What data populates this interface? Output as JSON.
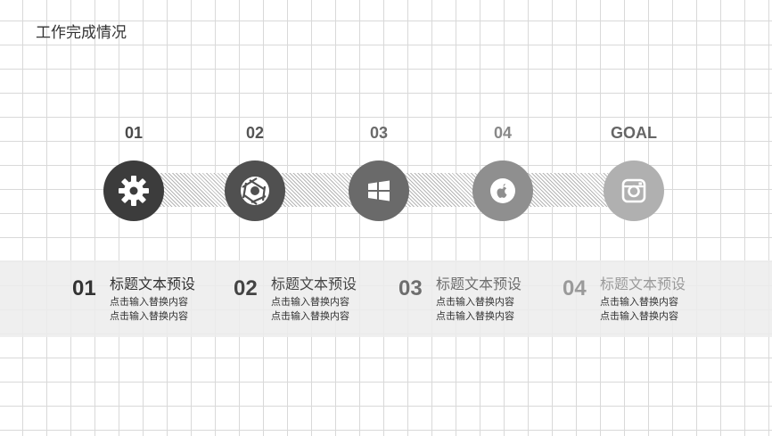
{
  "page": {
    "title": "工作完成情况"
  },
  "colors": {
    "step1": "#3c3c3c",
    "step2": "#505050",
    "step3": "#6a6a6a",
    "step4": "#8f8f8f",
    "goal": "#b0b0b0",
    "card1": "#333333",
    "card2": "#444444",
    "card3": "#6e6e6e",
    "card4": "#9a9a9a"
  },
  "steps": [
    {
      "label": "01",
      "icon": "gear-icon"
    },
    {
      "label": "02",
      "icon": "aperture-icon"
    },
    {
      "label": "03",
      "icon": "windows-icon"
    },
    {
      "label": "04",
      "icon": "apple-icon"
    },
    {
      "label": "GOAL",
      "icon": "instagram-icon"
    }
  ],
  "cards": [
    {
      "number": "01",
      "title": "标题文本预设",
      "line1": "点击输入替换内容",
      "line2": "点击输入替换内容"
    },
    {
      "number": "02",
      "title": "标题文本预设",
      "line1": "点击输入替换内容",
      "line2": "点击输入替换内容"
    },
    {
      "number": "03",
      "title": "标题文本预设",
      "line1": "点击输入替换内容",
      "line2": "点击输入替换内容"
    },
    {
      "number": "04",
      "title": "标题文本预设",
      "line1": "点击输入替换内容",
      "line2": "点击输入替换内容"
    }
  ]
}
